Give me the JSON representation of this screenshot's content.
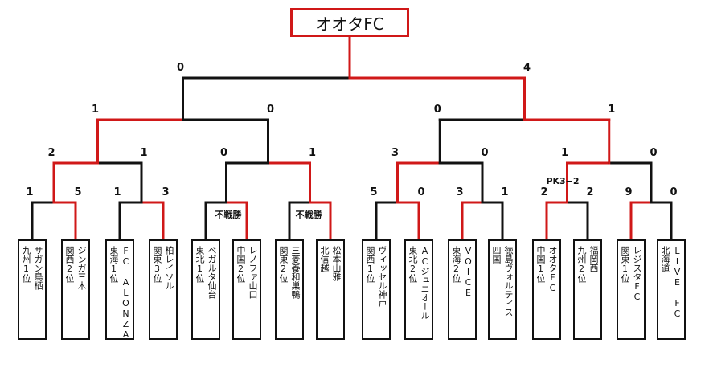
{
  "champion": "オオタFC",
  "teams": [
    {
      "name": "サガン鳥栖",
      "sub": "九州1位"
    },
    {
      "name": "ジンガ三木",
      "sub": "関西2位"
    },
    {
      "name": "FC ALONZA",
      "sub": "東海1位"
    },
    {
      "name": "柏レイソル",
      "sub": "関東3位"
    },
    {
      "name": "ベガルタ仙台",
      "sub": "東北1位"
    },
    {
      "name": "レノファ山口",
      "sub": "中国2位"
    },
    {
      "name": "三菱養和巣鴨",
      "sub": "関東2位"
    },
    {
      "name": "松本山雅",
      "sub": "北信越"
    },
    {
      "name": "ヴィッセル神戸",
      "sub": "関西1位"
    },
    {
      "name": "ACジュニオール",
      "sub": "東北2位"
    },
    {
      "name": "VOICE",
      "sub": "東海2位"
    },
    {
      "name": "徳島ヴォルティス",
      "sub": "四国"
    },
    {
      "name": "オオタFC",
      "sub": "中国1位"
    },
    {
      "name": "福岡西",
      "sub": "九州2位"
    },
    {
      "name": "レジスタFC",
      "sub": "関東1位"
    },
    {
      "name": "LIVE FC",
      "sub": "北海道"
    }
  ],
  "scores": {
    "round1": [
      "1",
      "5",
      "1",
      "3",
      "",
      "",
      "",
      "",
      "5",
      "0",
      "3",
      "1",
      "2",
      "2",
      "9",
      "0"
    ],
    "round2": [
      "2",
      "1",
      "0",
      "1",
      "3",
      "0",
      "1",
      "0"
    ],
    "semi": [
      "1",
      "0",
      "0",
      "1"
    ],
    "final": [
      "0",
      "4"
    ]
  },
  "notes": {
    "walkover_1": "不戦勝",
    "walkover_2": "不戦勝",
    "pk": "PK3−2"
  },
  "colors": {
    "winner_line": "#d01818",
    "loser_line": "#111111"
  }
}
